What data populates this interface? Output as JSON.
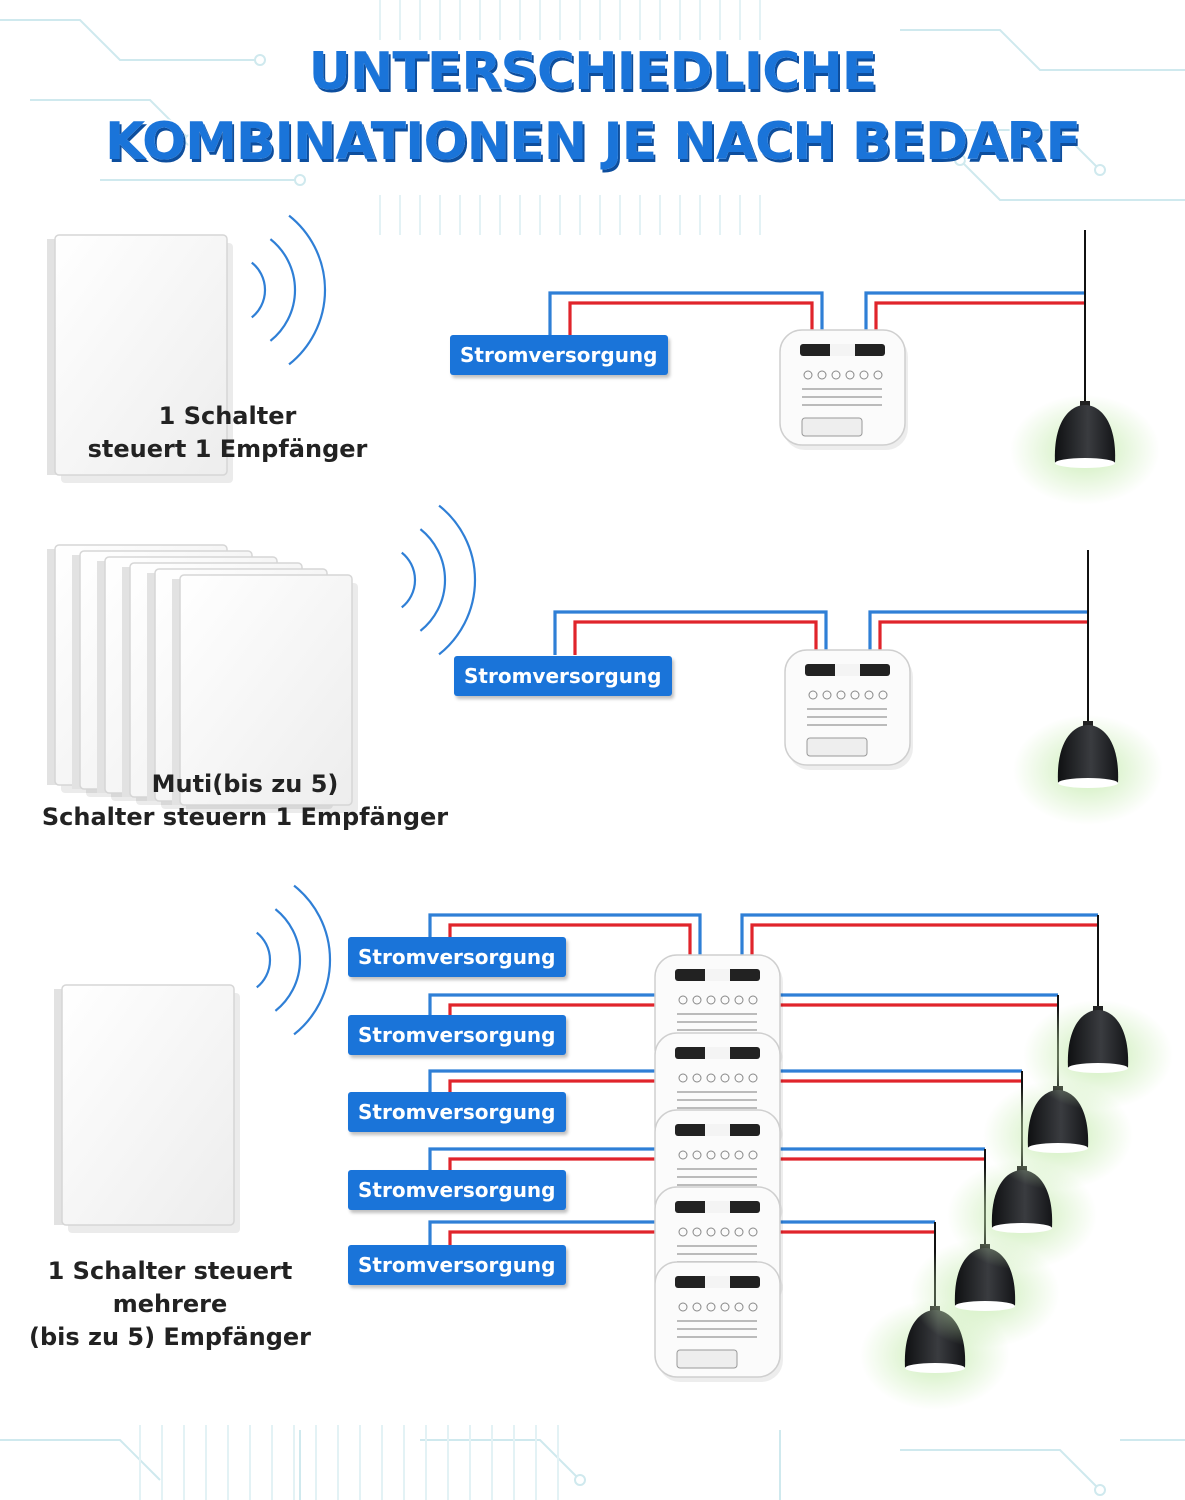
{
  "title": {
    "line1": "UNTERSCHIEDLICHE",
    "line2": "KOMBINATIONEN JE NACH BEDARF"
  },
  "power_label": "Stromversorgung",
  "scenarios": [
    {
      "caption_lines": [
        "1 Schalter",
        "steuert 1 Empfänger"
      ]
    },
    {
      "caption_lines": [
        "Muti(bis zu 5)",
        "Schalter steuern 1 Empfänger"
      ]
    },
    {
      "caption_lines": [
        "1 Schalter steuert",
        "mehrere",
        "(bis zu 5) Empfänger"
      ]
    }
  ],
  "colors": {
    "title_blue": "#1a74d9",
    "wire_blue": "#2f7fd6",
    "wire_red": "#e0242b",
    "lamp_glow": "#c8ecb2",
    "lamp_body": "#1e1f22"
  },
  "icons": [
    "wireless-signal-icon",
    "wall-switch-icon",
    "receiver-module-icon",
    "pendant-lamp-icon"
  ]
}
